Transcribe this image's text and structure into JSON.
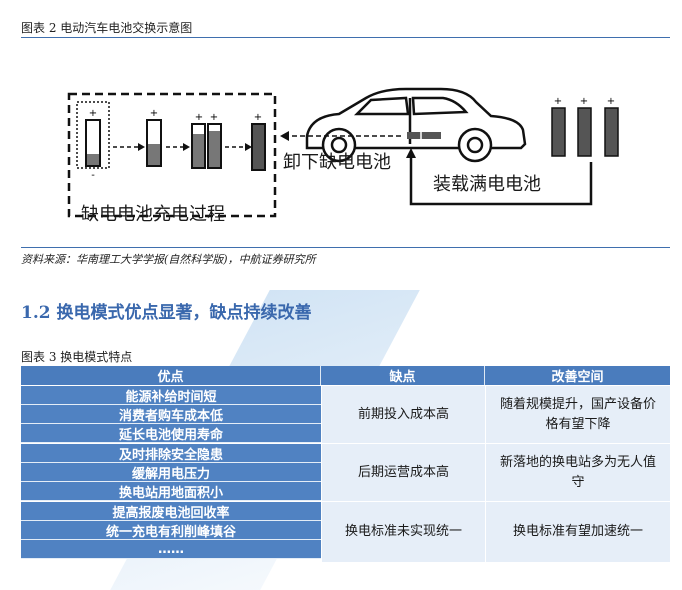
{
  "figure2": {
    "caption": "图表 2 电动汽车电池交换示意图",
    "labels": {
      "charging_process": "缺电电池充电过程",
      "unload": "卸下缺电电池",
      "load": "装载满电电池"
    }
  },
  "source": "资料来源：华南理工大学学报(自然科学版)，中航证券研究所",
  "section_title": "1.2 换电模式优点显著，缺点持续改善",
  "table": {
    "caption": "图表 3 换电模式特点",
    "headers": [
      "优点",
      "缺点",
      "改善空间"
    ],
    "groups": [
      {
        "advantages": [
          "能源补给时间短",
          "消费者购车成本低",
          "延长电池使用寿命"
        ],
        "disadvantage": "前期投入成本高",
        "improvement": "随着规模提升，国产设备价格有望下降"
      },
      {
        "advantages": [
          "及时排除安全隐患",
          "缓解用电压力",
          "换电站用地面积小"
        ],
        "disadvantage": "后期运营成本高",
        "improvement": "新落地的换电站多为无人值守"
      },
      {
        "advantages": [
          "提高报废电池回收率",
          "统一充电有利削峰填谷",
          "……"
        ],
        "disadvantage": "换电标准未实现统一",
        "improvement": "换电标准有望加速统一"
      }
    ]
  },
  "colors": {
    "accent": "#3f6fae",
    "header_bg": "#4a7cbd",
    "adv_bg": "#5082c2",
    "cell_bg": "#e6eef8"
  }
}
